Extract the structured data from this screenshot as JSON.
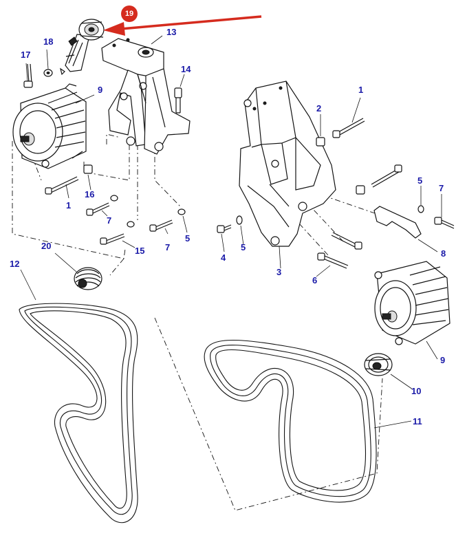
{
  "labels": {
    "p1a": "1",
    "p1b": "1",
    "p2": "2",
    "p3": "3",
    "p4": "4",
    "p5a": "5",
    "p5b": "5",
    "p5c": "5",
    "p6": "6",
    "p7a": "7",
    "p7b": "7",
    "p7c": "7",
    "p8": "8",
    "p9a": "9",
    "p9b": "9",
    "p10": "10",
    "p11": "11",
    "p12": "12",
    "p13": "13",
    "p14": "14",
    "p15": "15",
    "p16": "16",
    "p17": "17",
    "p18": "18",
    "p19": "19",
    "p20": "20"
  },
  "colors": {
    "label_text": "#1a1aa8",
    "callout_fill": "#d52b1e",
    "arrow": "#d52b1e",
    "line_art": "#111111"
  }
}
